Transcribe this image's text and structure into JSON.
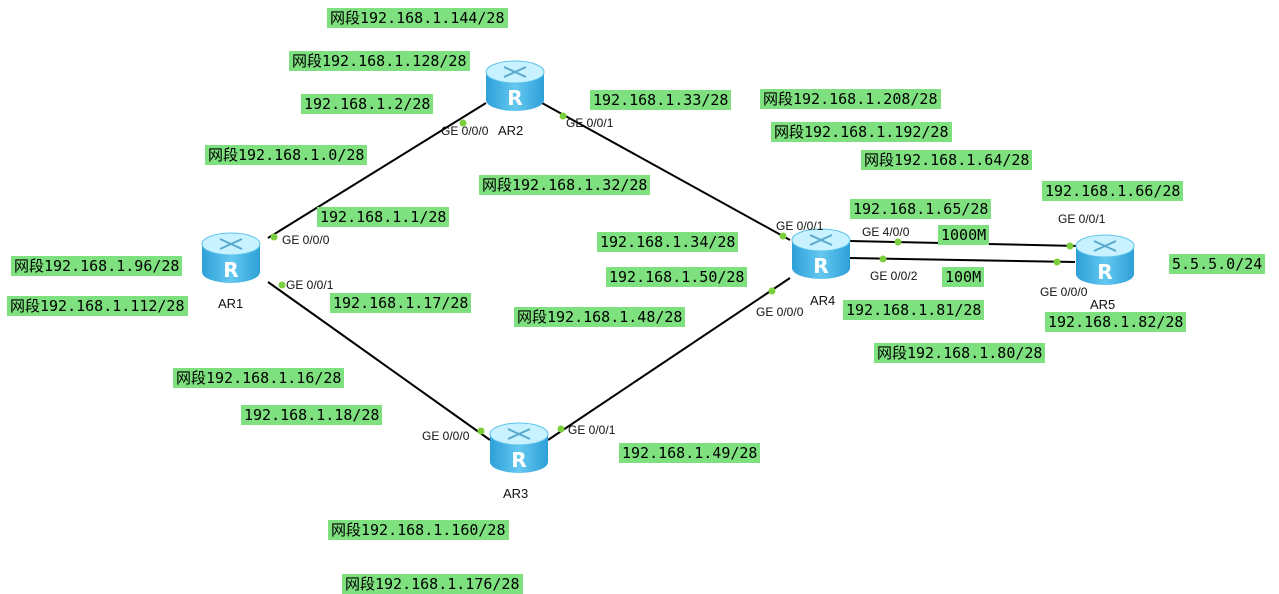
{
  "routers": [
    {
      "id": "AR1",
      "name": "AR1"
    },
    {
      "id": "AR2",
      "name": "AR2"
    },
    {
      "id": "AR3",
      "name": "AR3"
    },
    {
      "id": "AR4",
      "name": "AR4"
    },
    {
      "id": "AR5",
      "name": "AR5"
    }
  ],
  "ports": {
    "ar1_ge000": "GE 0/0/0",
    "ar1_ge001": "GE 0/0/1",
    "ar2_ge000": "GE 0/0/0",
    "ar2_ge001": "GE 0/0/1",
    "ar3_ge000": "GE 0/0/0",
    "ar3_ge001": "GE 0/0/1",
    "ar4_ge001": "GE 0/0/1",
    "ar4_ge400": "GE 4/0/0",
    "ar4_ge002": "GE 0/0/2",
    "ar4_ge000": "GE 0/0/0",
    "ar5_ge001": "GE 0/0/1",
    "ar5_ge000": "GE 0/0/0"
  },
  "labels": {
    "net_144": "网段192.168.1.144/28",
    "net_128": "网段192.168.1.128/28",
    "ip_2": "192.168.1.2/28",
    "net_0": "网段192.168.1.0/28",
    "ip_1": "192.168.1.1/28",
    "net_96": "网段192.168.1.96/28",
    "net_112": "网段192.168.1.112/28",
    "ip_17": "192.168.1.17/28",
    "net_16": "网段192.168.1.16/28",
    "ip_18": "192.168.1.18/28",
    "ip_33": "192.168.1.33/28",
    "net_32": "网段192.168.1.32/28",
    "ip_34": "192.168.1.34/28",
    "ip_50": "192.168.1.50/28",
    "net_48": "网段192.168.1.48/28",
    "ip_49": "192.168.1.49/28",
    "net_160": "网段192.168.1.160/28",
    "net_176": "网段192.168.1.176/28",
    "net_208": "网段192.168.1.208/28",
    "net_192": "网段192.168.1.192/28",
    "net_64": "网段192.168.1.64/28",
    "ip_66": "192.168.1.66/28",
    "ip_65": "192.168.1.65/28",
    "bw_1000": "1000M",
    "bw_100": "100M",
    "ip_81": "192.168.1.81/28",
    "ip_82": "192.168.1.82/28",
    "net_80": "网段192.168.1.80/28",
    "net_5": "5.5.5.0/24"
  },
  "colors": {
    "label_bg": "#7fe07f",
    "link": "#000000",
    "port_dot": "#7ccf3c",
    "router_top": "#bdf0ff",
    "router_body": "#46b4e6"
  }
}
